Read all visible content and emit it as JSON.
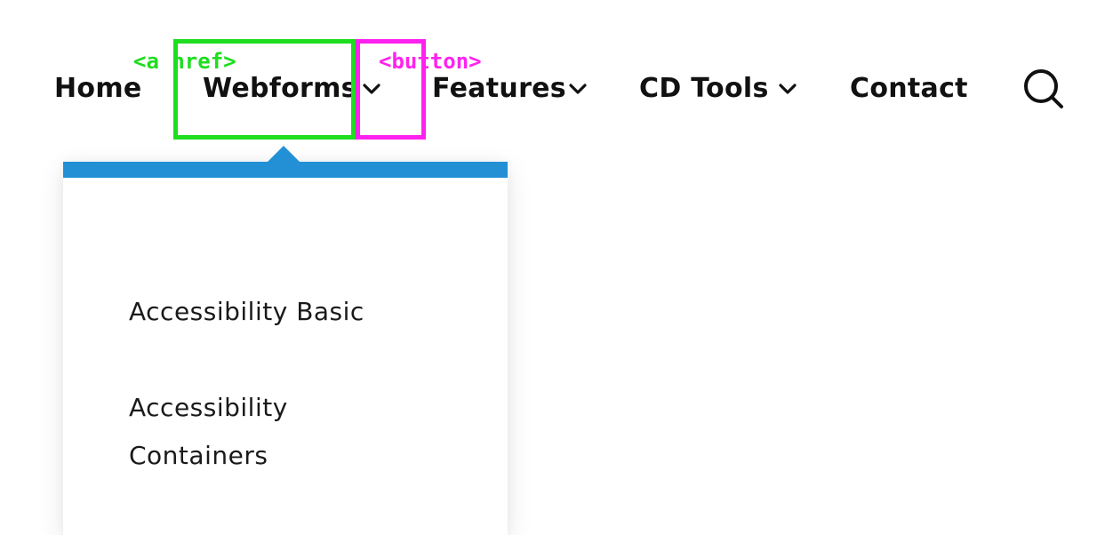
{
  "nav": {
    "home": "Home",
    "webforms": "Webforms",
    "features": "Features",
    "cd_tools": "CD Tools",
    "contact": "Contact"
  },
  "annotations": {
    "link_label": "<a href>",
    "link_color": "#1fdd1f",
    "button_label": "<button>",
    "button_color": "#ff22ee"
  },
  "dropdown": {
    "accent_color": "#2390d6",
    "items": [
      {
        "label": "Accessibility Basic"
      },
      {
        "label": "Accessibility Containers"
      }
    ]
  },
  "icons": {
    "search": "search-icon",
    "caret": "chevron-down-icon"
  }
}
